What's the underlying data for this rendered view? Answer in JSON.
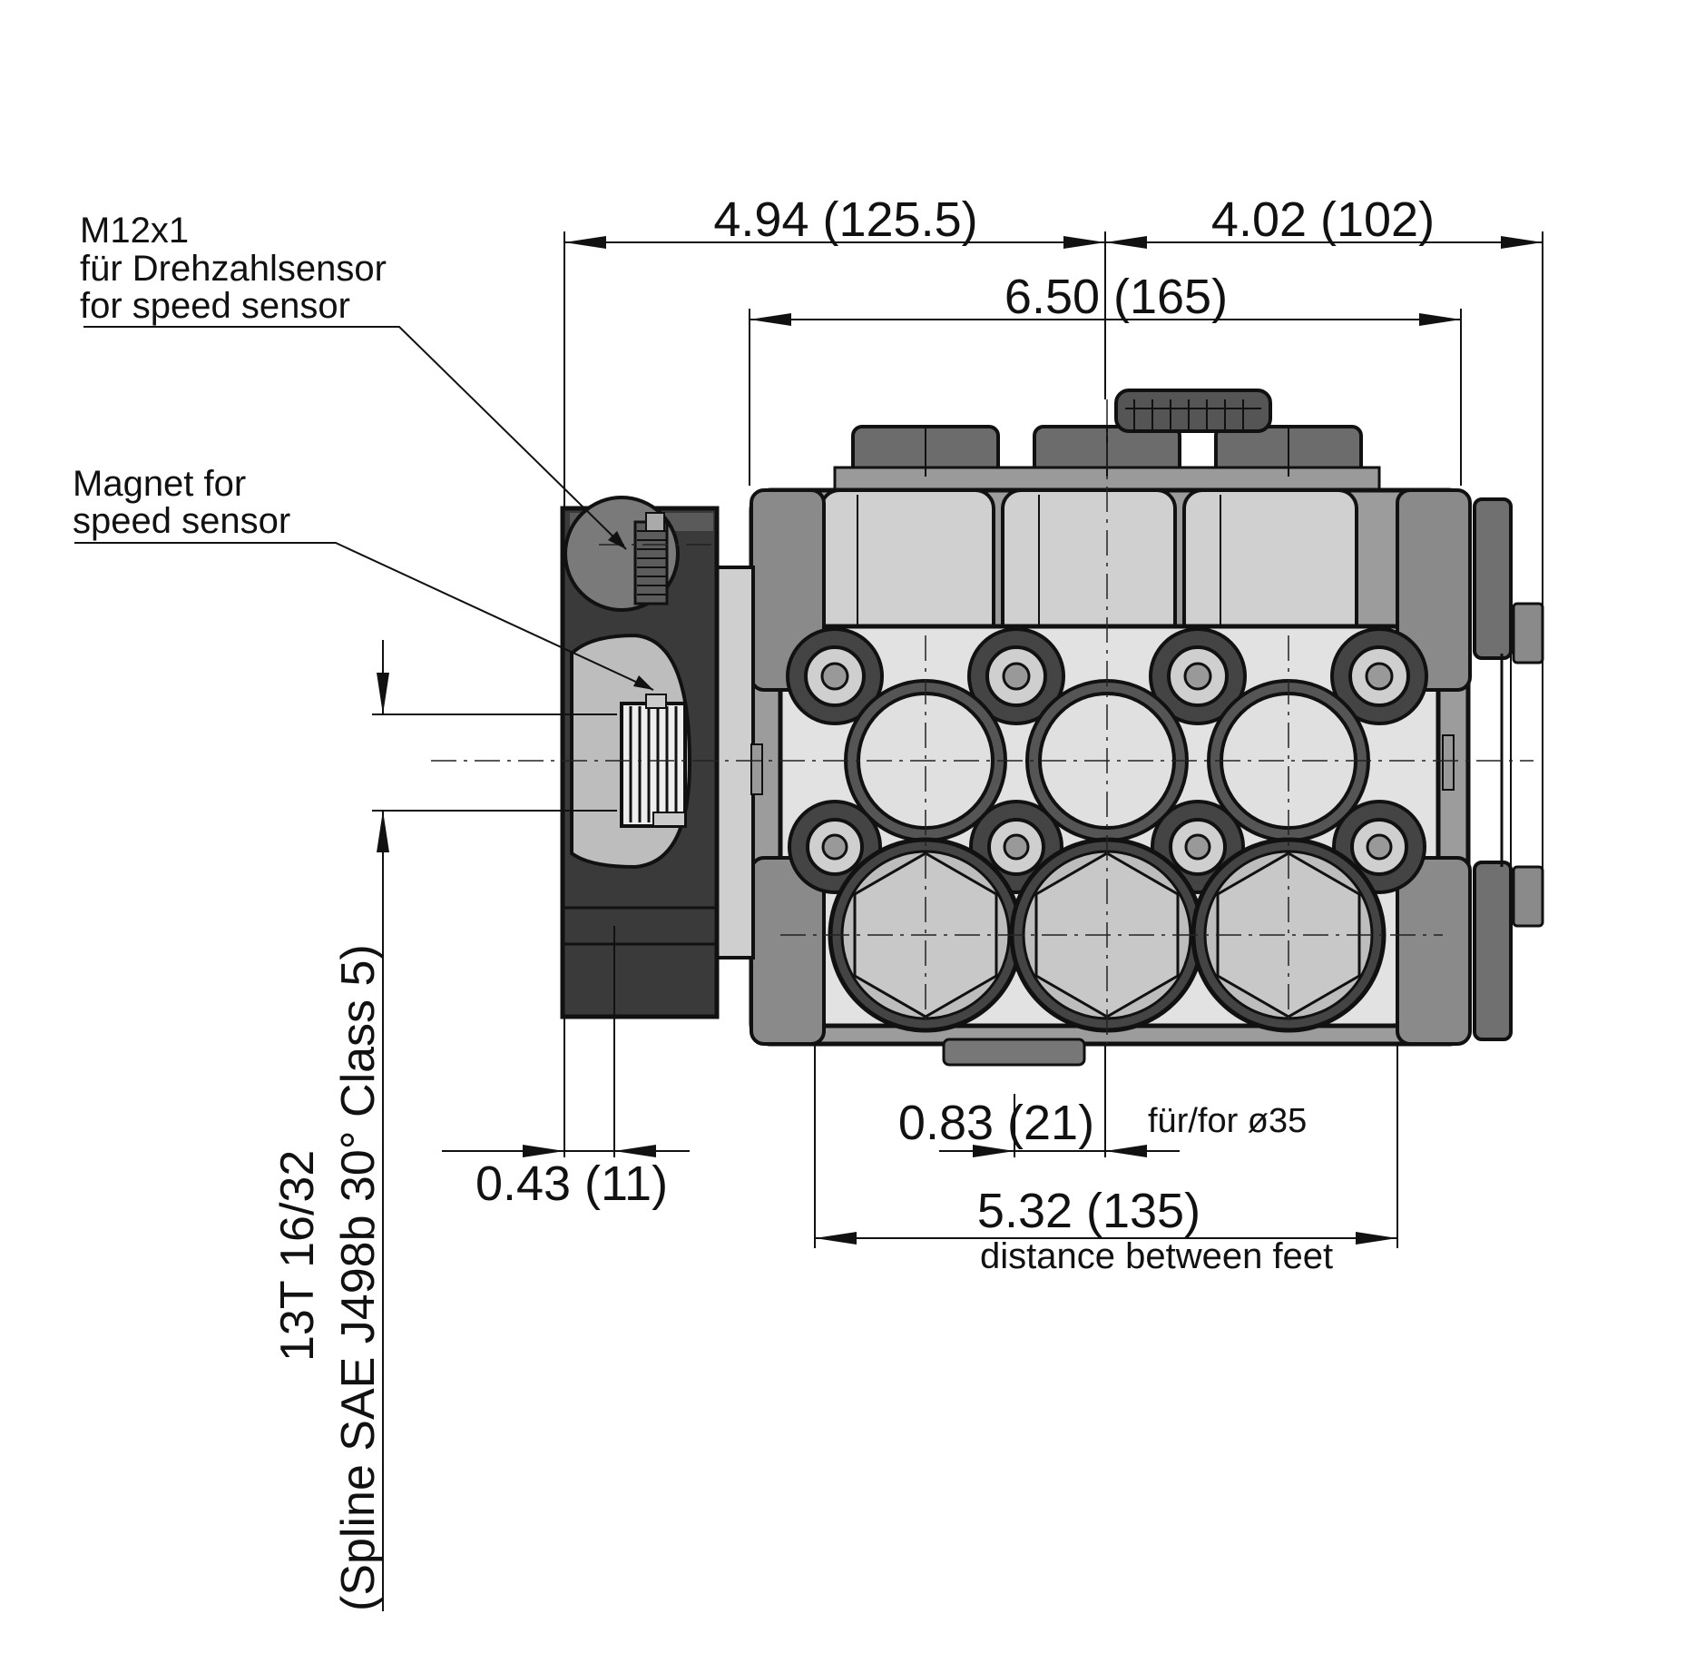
{
  "sensor_labels": {
    "m12": {
      "line1": "M12x1",
      "line2": "für Drehzahlsensor",
      "line3": "for speed sensor"
    },
    "magnet": {
      "line1": "Magnet for",
      "line2": "speed sensor"
    }
  },
  "dimensions": {
    "top_left": "4.94 (125.5)",
    "top_right": "4.02 (102)",
    "overall_width": "6.50 (165)",
    "flange_offset": "0.43 (11)",
    "port_offset": "0.83 (21)",
    "port_note": "für/for ø35",
    "feet_distance": "5.32 (135)",
    "feet_note": "distance between feet"
  },
  "spline": {
    "line1": "13T 16/32",
    "line2": "(Spline SAE J498b 30° Class 5)"
  },
  "colors": {
    "line": "#111111",
    "body_dark": "#3a3a3a",
    "body_mid": "#8a8a8a",
    "body_light": "#d4d4d4",
    "port_fill": "#c8c8c8"
  }
}
